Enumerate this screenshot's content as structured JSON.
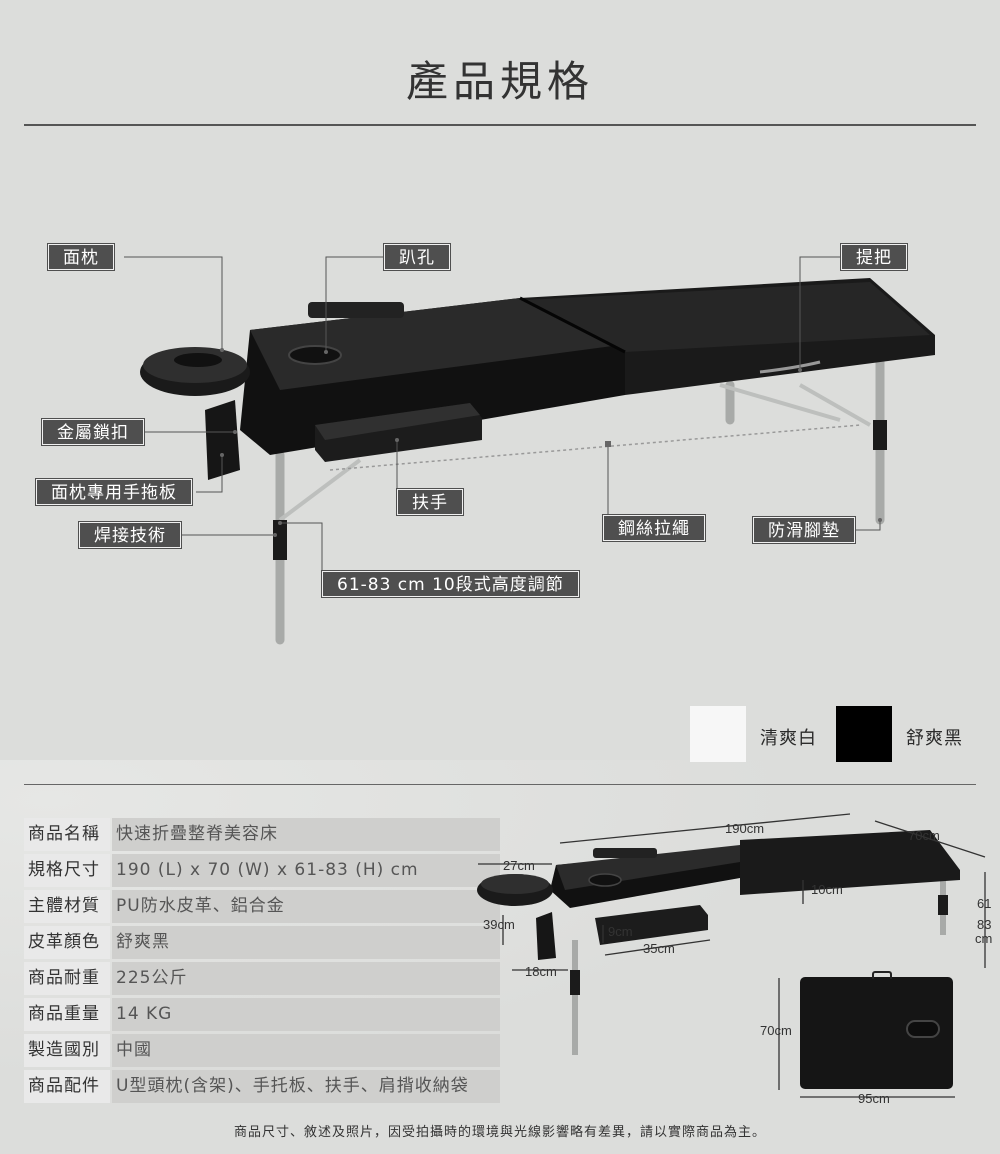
{
  "page": {
    "title": "產品規格"
  },
  "callouts": {
    "face_pillow": "面枕",
    "face_hole": "趴孔",
    "handle": "提把",
    "metal_lock": "金屬鎖扣",
    "face_tray": "面枕專用手拖板",
    "welding": "焊接技術",
    "armrest": "扶手",
    "wire_rope": "鋼絲拉繩",
    "anti_slip": "防滑腳墊",
    "height_adjust": "61-83 cm 10段式高度調節"
  },
  "colors": [
    {
      "name": "清爽白",
      "hex": "#ffffff"
    },
    {
      "name": "舒爽黑",
      "hex": "#000000"
    }
  ],
  "specs": [
    {
      "key": "商品名稱",
      "value": "快速折疊整脊美容床"
    },
    {
      "key": "規格尺寸",
      "value": "190 (L) x 70 (W) x 61-83 (H) cm"
    },
    {
      "key": "主體材質",
      "value": "PU防水皮革、鋁合金"
    },
    {
      "key": "皮革顏色",
      "value": "舒爽黑"
    },
    {
      "key": "商品耐重",
      "value": "225公斤"
    },
    {
      "key": "商品重量",
      "value": "14 KG"
    },
    {
      "key": "製造國別",
      "value": "中國"
    },
    {
      "key": "商品配件",
      "value": "U型頭枕(含架)、手托板、扶手、肩揹收納袋"
    }
  ],
  "dimensions": {
    "length": "190cm",
    "width": "70cm",
    "pillow_width": "27cm",
    "pillow_length": "39cm",
    "pillow_depth": "18cm",
    "thickness": "10cm",
    "armrest_height": "9cm",
    "armrest_length": "35cm",
    "height_top": "61",
    "height_mid": "83",
    "height_unit": "cm",
    "folded_height": "70cm",
    "folded_width": "95cm"
  },
  "footnote": "商品尺寸、敘述及照片，因受拍攝時的環境與光線影響略有差異，請以實際商品為主。"
}
